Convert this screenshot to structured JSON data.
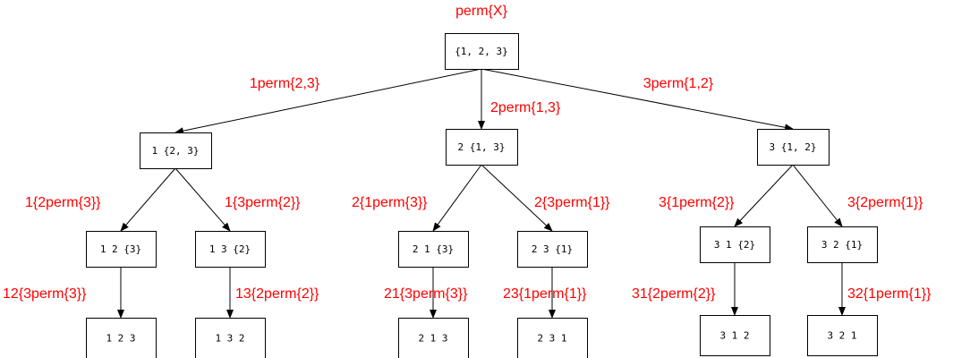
{
  "diagram": {
    "label_color": "#ff0000",
    "root_label": "perm{X}",
    "nodes": [
      {
        "id": "n0",
        "text": "{1,  2,  3}"
      },
      {
        "id": "n1",
        "text": "1  {2,  3}"
      },
      {
        "id": "n2",
        "text": "2  {1,  3}"
      },
      {
        "id": "n3",
        "text": "3  {1,  2}"
      },
      {
        "id": "n4",
        "text": "1  2  {3}"
      },
      {
        "id": "n5",
        "text": "1  3  {2}"
      },
      {
        "id": "n6",
        "text": "2  1  {3}"
      },
      {
        "id": "n7",
        "text": "2  3  {1}"
      },
      {
        "id": "n8",
        "text": "3  1  {2}"
      },
      {
        "id": "n9",
        "text": "3  2  {1}"
      },
      {
        "id": "n10",
        "text": "1  2  3"
      },
      {
        "id": "n11",
        "text": "1  3  2"
      },
      {
        "id": "n12",
        "text": "2  1  3"
      },
      {
        "id": "n13",
        "text": "2  3  1"
      },
      {
        "id": "n14",
        "text": "3  1  2"
      },
      {
        "id": "n15",
        "text": "3  2  1"
      }
    ],
    "edges": [
      {
        "from": "n0",
        "to": "n1",
        "label": "1perm{2,3}"
      },
      {
        "from": "n0",
        "to": "n2",
        "label": "2perm{1,3}"
      },
      {
        "from": "n0",
        "to": "n3",
        "label": "3perm{1,2}"
      },
      {
        "from": "n1",
        "to": "n4",
        "label": "1{2perm{3}}"
      },
      {
        "from": "n1",
        "to": "n5",
        "label": "1{3perm{2}}"
      },
      {
        "from": "n2",
        "to": "n6",
        "label": "2{1perm{3}}"
      },
      {
        "from": "n2",
        "to": "n7",
        "label": "2{3perm{1}}"
      },
      {
        "from": "n3",
        "to": "n8",
        "label": "3{1perm{2}}"
      },
      {
        "from": "n3",
        "to": "n9",
        "label": "3{2perm{1}}"
      },
      {
        "from": "n4",
        "to": "n10",
        "label": "12{3perm{3}}"
      },
      {
        "from": "n5",
        "to": "n11",
        "label": "13{2perm{2}}"
      },
      {
        "from": "n6",
        "to": "n12",
        "label": "21{3perm{3}}"
      },
      {
        "from": "n7",
        "to": "n13",
        "label": "23{1perm{1}}"
      },
      {
        "from": "n8",
        "to": "n14",
        "label": "31{2perm{2}}"
      },
      {
        "from": "n9",
        "to": "n15",
        "label": "32{1perm{1}}"
      }
    ]
  }
}
